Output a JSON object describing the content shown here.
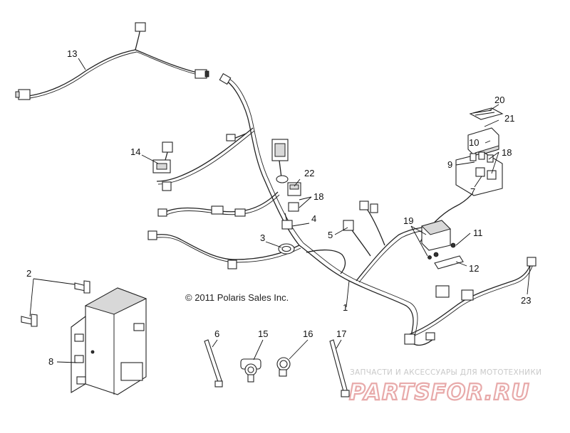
{
  "callouts": {
    "c1": "1",
    "c2": "2",
    "c3": "3",
    "c4": "4",
    "c5": "5",
    "c6": "6",
    "c7": "7",
    "c8": "8",
    "c9": "9",
    "c10": "10",
    "c11": "11",
    "c12": "12",
    "c13": "13",
    "c14": "14",
    "c15": "15",
    "c16": "16",
    "c17": "17",
    "c18a": "18",
    "c18b": "18",
    "c19": "19",
    "c20": "20",
    "c21": "21",
    "c22": "22",
    "c23": "23"
  },
  "copyright": "© 2011 Polaris Sales Inc.",
  "watermark": {
    "tagline": "ЗАПЧАСТИ И АКСЕССУАРЫ ДЛЯ МОТОТЕХНИКИ",
    "brand": "PARTSFOR.RU"
  }
}
